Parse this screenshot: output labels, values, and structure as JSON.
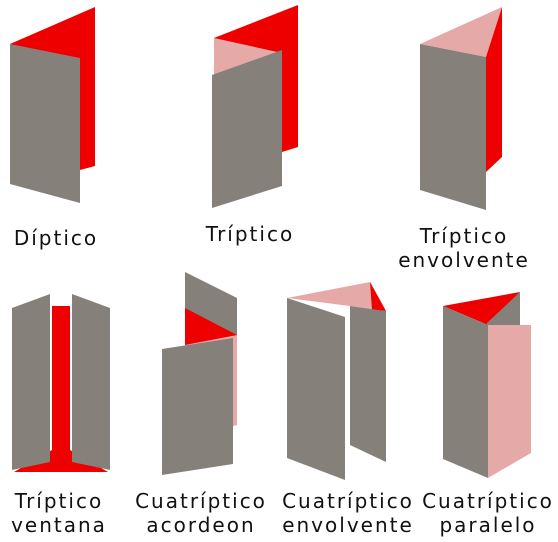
{
  "colors": {
    "gray": "#858079",
    "red": "#ef0000",
    "pink": "#e5aaa8"
  },
  "items": [
    {
      "id": "diptico",
      "lines": [
        "Díptico"
      ]
    },
    {
      "id": "triptico",
      "lines": [
        "Tríptico"
      ]
    },
    {
      "id": "triptico-envolvente",
      "lines": [
        "Tríptico",
        "envolvente"
      ]
    },
    {
      "id": "triptico-ventana",
      "lines": [
        "Tríptico",
        "ventana"
      ]
    },
    {
      "id": "cuatriptico-acordeon",
      "lines": [
        "Cuatríptico",
        "acordeon"
      ]
    },
    {
      "id": "cuatriptico-envolvente",
      "lines": [
        "Cuatríptico",
        "envolvente"
      ]
    },
    {
      "id": "cuatriptico-paralelo",
      "lines": [
        "Cuatríptico",
        "paralelo"
      ]
    }
  ]
}
